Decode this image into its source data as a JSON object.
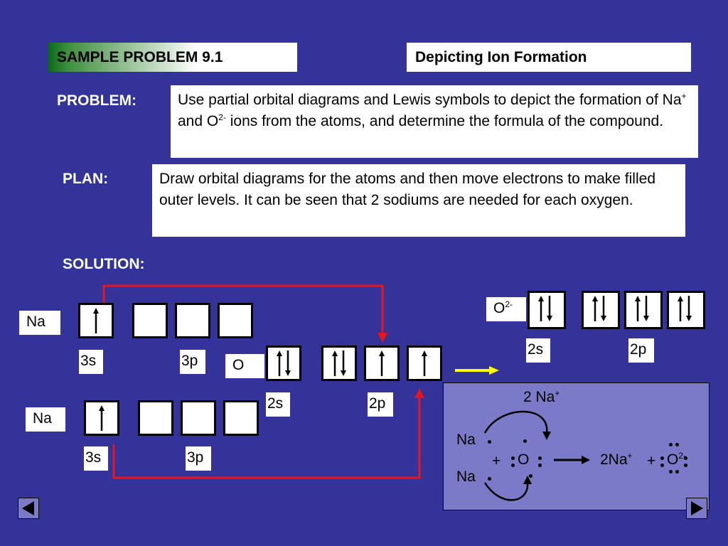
{
  "header": {
    "left_title": "SAMPLE PROBLEM 9.1",
    "right_title": "Depicting Ion Formation"
  },
  "problem": {
    "label": "PROBLEM:",
    "text_a": "Use partial orbital diagrams and Lewis symbols to depict the formation of Na",
    "sup_a": "+",
    "text_b": " and O",
    "sup_b": "2-",
    "text_c": " ions from the atoms, and determine the formula of the compound."
  },
  "plan": {
    "label": "PLAN:",
    "text": "Draw orbital diagrams for the atoms and then move electrons to make filled outer levels.  It can be seen that 2 sodiums are needed for each oxygen."
  },
  "solution": {
    "label": "SOLUTION:"
  },
  "diagram": {
    "na_top_label": "Na",
    "na_top_3s": "3s",
    "na_top_3p": "3p",
    "o_label": "O",
    "o_2s": "2s",
    "o_2p": "2p",
    "na_bottom_label": "Na",
    "na_bottom_3s": "3s",
    "na_bottom_3p": "3p",
    "o_ion_label": "O",
    "o_ion_sup": "2-",
    "o_ion_2s": "2s",
    "o_ion_2p": "2p"
  },
  "lewis": {
    "top_label": "2 Na",
    "top_sup": "+",
    "na_1": "Na",
    "na_2": "Na",
    "plus": "+",
    "o_symbol": "O",
    "product_na": "2Na",
    "product_na_sup": "+",
    "product_plus": "+",
    "product_o": "O",
    "product_o_sup": "2-"
  },
  "colors": {
    "background": "#333399",
    "panel": "#7a7ac8",
    "transfer_arrow": "#e8141e",
    "yield_arrow": "#ffff00"
  },
  "icons": {
    "prev": "triangle-left-icon",
    "next": "triangle-right-icon"
  }
}
